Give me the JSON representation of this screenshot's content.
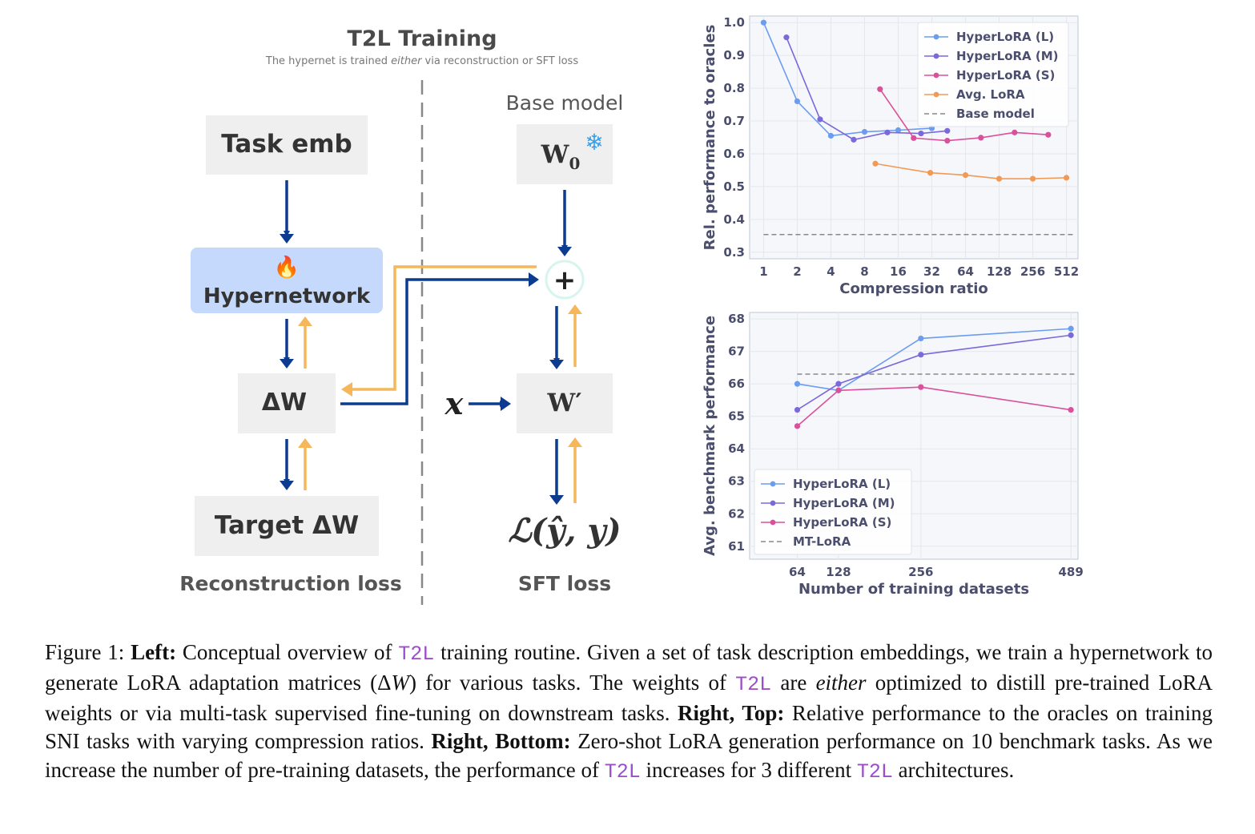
{
  "diagram": {
    "title": "T2L Training",
    "subtitle_before": "The hypernet is trained ",
    "subtitle_em": "either",
    "subtitle_after": " via reconstruction or SFT loss",
    "base_model_label": "Base model",
    "task_emb": "Task emb",
    "hypernetwork": "Hypernetwork",
    "delta_w": "ΔW",
    "target_delta_w": "Target ΔW",
    "w0": "W",
    "w0_sub": "0",
    "w_prime": "W′",
    "x": "x",
    "plus": "+",
    "loss_expr": "ℒ(ŷ, y)",
    "reconstruction_loss": "Reconstruction loss",
    "sft_loss": "SFT loss",
    "fire_emoji": "🔥",
    "snowflake": "❄",
    "colors": {
      "forward": "#0d3b8f",
      "backward": "#f5b75a",
      "hyper_bg": "#c4d9fb",
      "box_bg": "#efefef"
    }
  },
  "chart_data": [
    {
      "type": "line",
      "xlabel": "Compression ratio",
      "ylabel": "Rel. performance to oracles",
      "x_scale": "log2",
      "x_ticks": [
        "1",
        "2",
        "4",
        "8",
        "16",
        "32",
        "64",
        "128",
        "256",
        "512"
      ],
      "x_tick_values": [
        1,
        2,
        4,
        8,
        16,
        32,
        64,
        128,
        256,
        512
      ],
      "y_ticks": [
        "0.3",
        "0.4",
        "0.5",
        "0.6",
        "0.7",
        "0.8",
        "0.9",
        "1.0"
      ],
      "ylim": [
        0.28,
        1.02
      ],
      "xlim": [
        0.75,
        650
      ],
      "grid": true,
      "legend_position": "top-right",
      "series": [
        {
          "name": "HyperLoRA (L)",
          "color": "#6b9cf0",
          "x": [
            1,
            2,
            4,
            8,
            16,
            32
          ],
          "y": [
            1.0,
            0.76,
            0.655,
            0.667,
            0.672,
            0.678
          ]
        },
        {
          "name": "HyperLoRA (M)",
          "color": "#7b68dc",
          "x": [
            1.6,
            3.2,
            6.4,
            12.8,
            25.6,
            44
          ],
          "y": [
            0.955,
            0.705,
            0.643,
            0.665,
            0.662,
            0.67
          ]
        },
        {
          "name": "HyperLoRA (S)",
          "color": "#d9519a",
          "x": [
            11,
            22,
            44,
            88,
            176,
            352
          ],
          "y": [
            0.797,
            0.648,
            0.64,
            0.649,
            0.665,
            0.658
          ]
        },
        {
          "name": "Avg. LoRA",
          "color": "#f19a56",
          "x": [
            10,
            31,
            64,
            128,
            256,
            512
          ],
          "y": [
            0.57,
            0.542,
            0.535,
            0.524,
            0.524,
            0.527
          ]
        }
      ],
      "baseline": {
        "name": "Base model",
        "y": 0.354,
        "color": "#888888"
      }
    },
    {
      "type": "line",
      "xlabel": "Number of training datasets",
      "ylabel": "Avg. benchmark performance",
      "x_ticks": [
        "64",
        "128",
        "256",
        "489"
      ],
      "x_tick_values": [
        64,
        128,
        256,
        489
      ],
      "y_ticks": [
        "61",
        "62",
        "63",
        "64",
        "65",
        "66",
        "67",
        "68"
      ],
      "ylim": [
        60.6,
        68.2
      ],
      "xlim": [
        -10,
        500
      ],
      "grid": true,
      "legend_position": "bottom-left",
      "series": [
        {
          "name": "HyperLoRA (L)",
          "color": "#6b9cf0",
          "x": [
            64,
            128,
            256,
            489
          ],
          "y": [
            66.0,
            65.8,
            67.4,
            67.7
          ]
        },
        {
          "name": "HyperLoRA (M)",
          "color": "#7b68dc",
          "x": [
            64,
            128,
            256,
            489
          ],
          "y": [
            65.2,
            66.0,
            66.9,
            67.5
          ]
        },
        {
          "name": "HyperLoRA (S)",
          "color": "#d9519a",
          "x": [
            64,
            128,
            256,
            489
          ],
          "y": [
            64.7,
            65.8,
            65.9,
            65.2
          ]
        }
      ],
      "baseline": {
        "name": "MT-LoRA",
        "y": 66.3,
        "color": "#888888"
      }
    }
  ],
  "caption": {
    "fig_label": "Figure 1: ",
    "left_label": "Left:",
    "t1": " Conceptual overview of ",
    "code": "T2L",
    "t2": " training routine.  Given a set of task description embeddings, we train a hypernetwork to generate LoRA adaptation matrices (Δ",
    "W": "W",
    "t3": ") for various tasks. The weights of ",
    "t4": " are ",
    "either": "either",
    "t5": " optimized to distill pre-trained LoRA weights or via multi-task supervised fine-tuning on downstream tasks. ",
    "right_top": "Right, Top:",
    "t6": " Relative performance to the oracles on training SNI tasks with varying compression ratios.  ",
    "right_bottom": "Right, Bottom:",
    "t7": " Zero-shot LoRA generation performance on 10 benchmark tasks. As we increase the number of pre-training datasets, the performance of ",
    "t8": " increases for 3 different ",
    "t9": " architectures."
  }
}
